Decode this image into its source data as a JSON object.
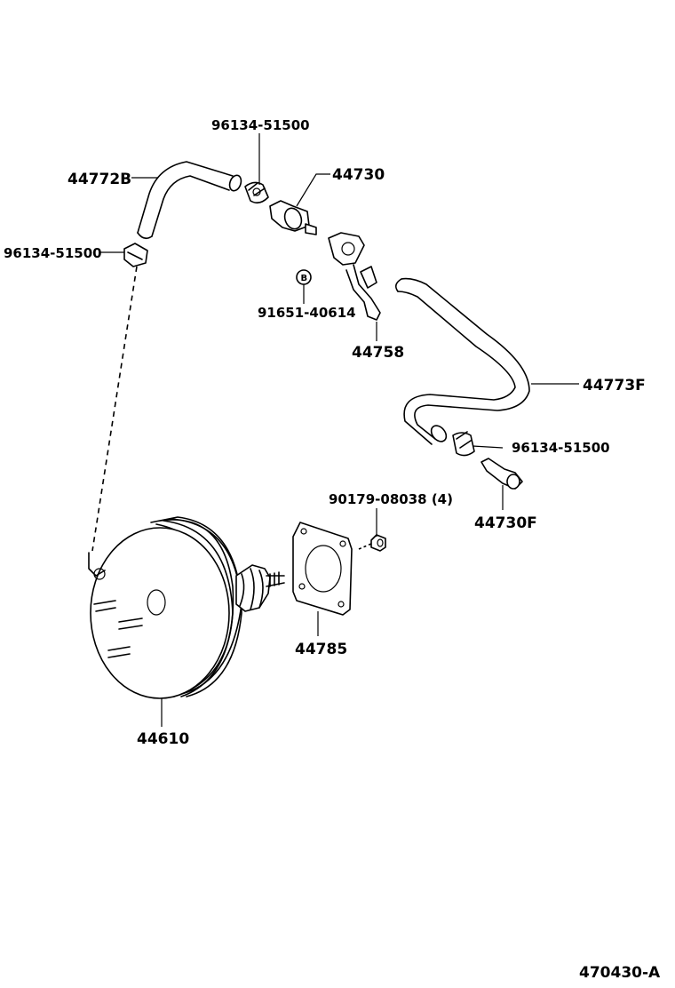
{
  "parts": {
    "hose_upper_left": "44772B",
    "clamp_top": "96134-51500",
    "check_valve": "44730",
    "clamp_left": "96134-51500",
    "bolt_marked": "91651-40614",
    "bolt_mark_letter": "B",
    "bracket": "44758",
    "hose_right": "44773F",
    "clamp_right": "96134-51500",
    "union": "44730F",
    "nut": "90179-08038 (4)",
    "gasket": "44785",
    "booster": "44610"
  },
  "figure_code": "470430-A"
}
